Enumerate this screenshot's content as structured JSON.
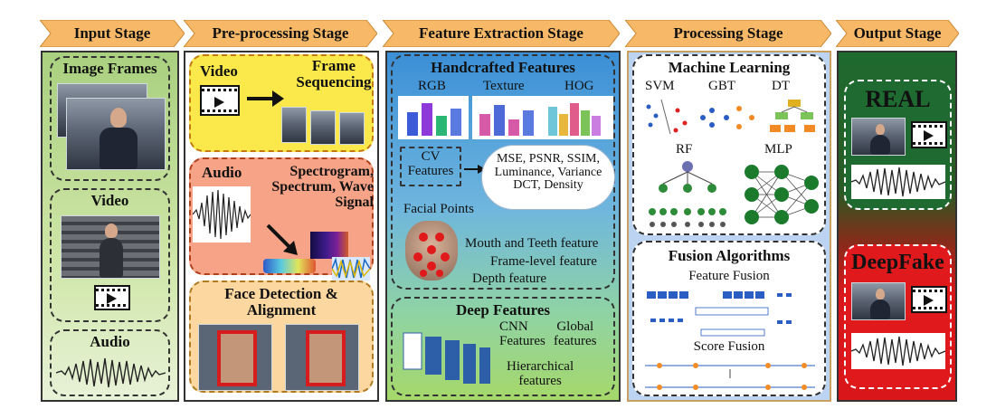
{
  "stages": {
    "input": "Input Stage",
    "preprocessing": "Pre-processing Stage",
    "feature_extraction": "Feature Extraction Stage",
    "processing": "Processing Stage",
    "output": "Output Stage"
  },
  "input": {
    "image_frames": "Image Frames",
    "video": "Video",
    "audio": "Audio"
  },
  "preprocessing": {
    "video": "Video",
    "frame_sequencing": "Frame\nSequencing",
    "audio": "Audio",
    "spectrogram": "Spectrogram,\nSpectrum, Wave\nSignal",
    "face_detection": "Face Detection &\nAlignment"
  },
  "feature_extraction": {
    "handcrafted_title": "Handcrafted Features",
    "rgb": "RGB",
    "texture": "Texture",
    "hog": "HOG",
    "cv_features": "CV\nFeatures",
    "cv_cloud": "MSE, PSNR, SSIM,\nLuminance, Variance\nDCT, Density",
    "facial_points": "Facial Points",
    "mouth_teeth": "Mouth and Teeth feature",
    "frame_level": "Frame-level feature",
    "depth": "Depth feature",
    "deep_title": "Deep Features",
    "cnn_features": "CNN\nFeatures",
    "global_features": "Global\nfeatures",
    "hierarchical_features": "Hierarchical\nfeatures"
  },
  "processing": {
    "ml_title": "Machine Learning",
    "svm": "SVM",
    "gbt": "GBT",
    "dt": "DT",
    "rf": "RF",
    "mlp": "MLP",
    "fusion_title": "Fusion Algorithms",
    "feature_fusion": "Feature Fusion",
    "score_fusion": "Score Fusion"
  },
  "output": {
    "real": "REAL",
    "deepfake": "DeepFake"
  },
  "colors": {
    "banner_fill": "#f7b968",
    "input_bg": "#a9d07f",
    "preproc_top": "#fbe84a",
    "preproc_mid": "#f6a387",
    "preproc_bottom": "#fcd7a0",
    "feature_top": "#3b8fd6",
    "feature_bottom": "#a6d86a",
    "processing_bg": "#bcd3f2",
    "output_top": "#1e6b2f",
    "output_bottom": "#d9171b"
  }
}
